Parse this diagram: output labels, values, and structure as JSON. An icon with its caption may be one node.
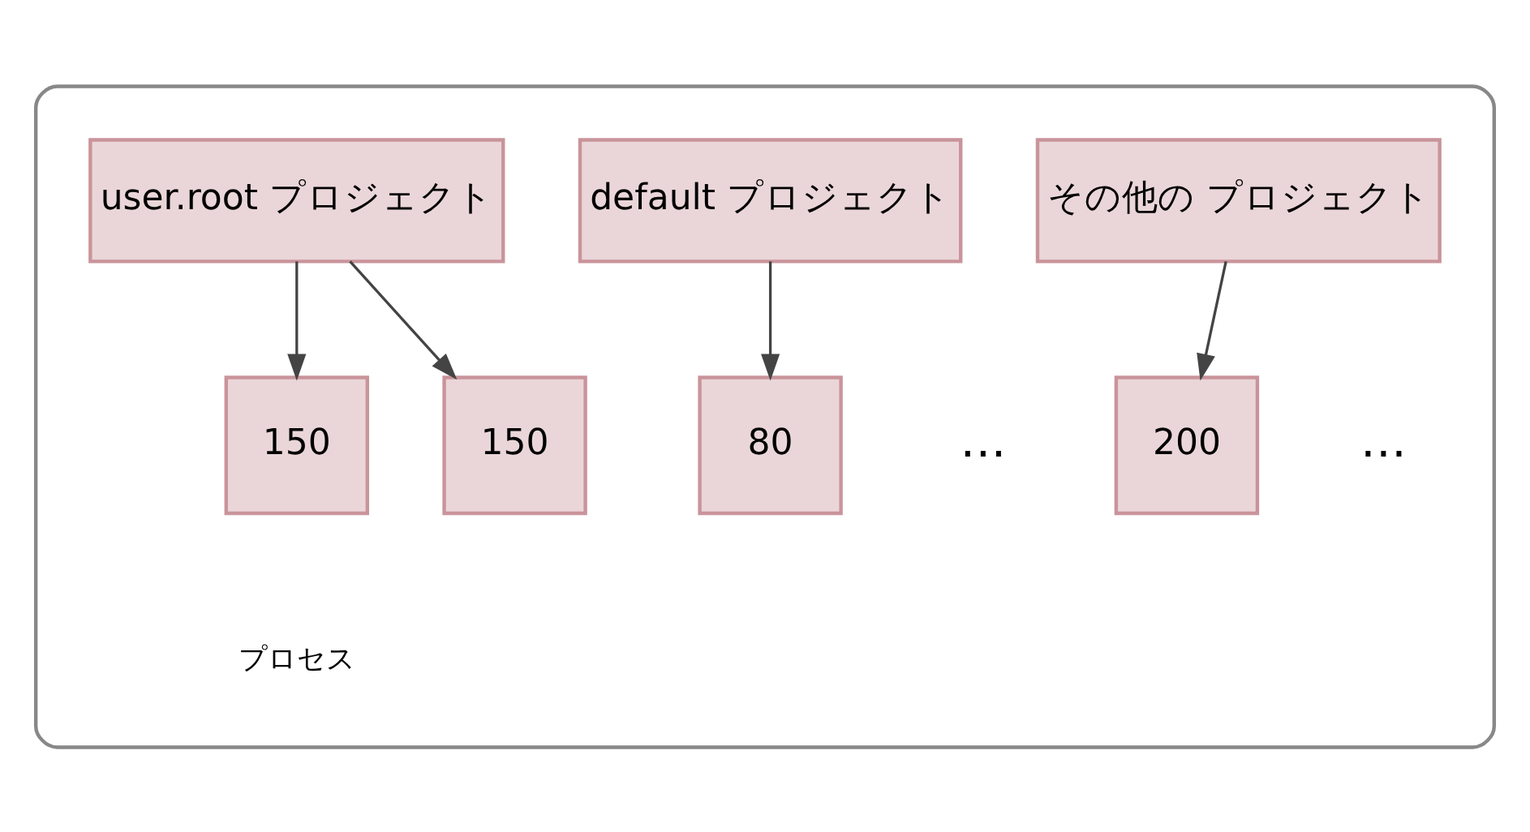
{
  "diagram": {
    "nodes": [
      {
        "text": [],
        "shape": "box"
      },
      {
        "text": [
          "user.root プロジェクト"
        ],
        "in": 0
      },
      {
        "text": [
          "default プロジェクト"
        ],
        "in": 0
      },
      {
        "text": [
          "その他の プロジェクト"
        ],
        "in": 0
      },
      {
        "text": [
          "150"
        ],
        "in": 0
      },
      {
        "text": [
          "150"
        ],
        "in": 0
      },
      {
        "text": [
          "80"
        ],
        "in": 0
      },
      {
        "text": [
          "200"
        ],
        "in": 0
      }
    ],
    "edges": [
      {
        "from": 1,
        "to": 4,
        "arrow": "to"
      },
      {
        "from": 1,
        "to": 5,
        "arrow": "to"
      },
      {
        "from": 2,
        "to": 6,
        "arrow": "to"
      },
      {
        "from": 3,
        "to": 7,
        "arrow": "to"
      }
    ],
    "labels": [
      "…",
      "…",
      "プロセス"
    ]
  }
}
